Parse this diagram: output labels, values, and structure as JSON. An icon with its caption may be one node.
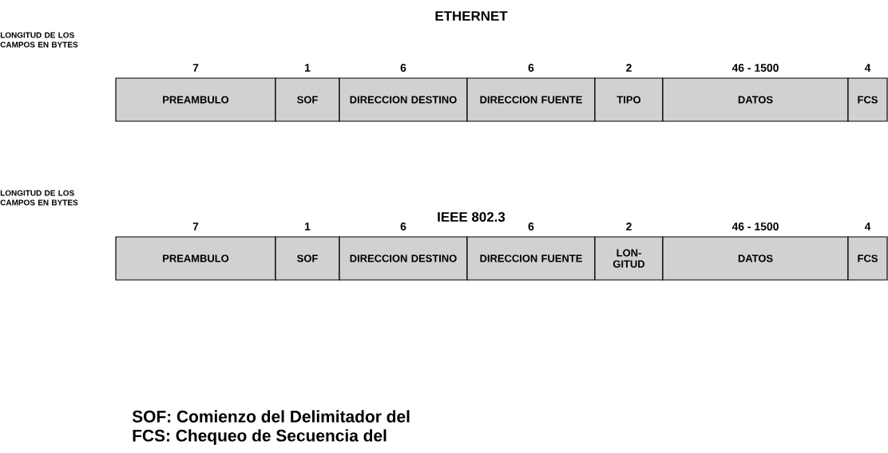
{
  "diagram": {
    "nodes": [
      {
        "text": [
          "PREAMBULO"
        ],
        "beside": [
          "7"
        ]
      },
      {
        "text": [
          "SOF"
        ],
        "beside": [
          "1"
        ]
      },
      {
        "text": [
          "DIRECCION DESTINO"
        ],
        "beside": [
          "6"
        ]
      },
      {
        "text": [
          "DIRECCION FUENTE"
        ],
        "beside": [
          "6"
        ]
      },
      {
        "text": [
          "TIPO"
        ],
        "beside": [
          "2"
        ]
      },
      {
        "text": [
          "DATOS"
        ],
        "beside": [
          "46 - 1500"
        ]
      },
      {
        "text": [
          "FCS"
        ],
        "beside": [
          "4"
        ]
      },
      {
        "text": [
          "PREAMBULO"
        ],
        "beside": [
          "7"
        ]
      },
      {
        "text": [
          "SOF"
        ],
        "beside": [
          "1"
        ]
      },
      {
        "text": [
          "DIRECCION DESTINO"
        ],
        "beside": [
          "6"
        ]
      },
      {
        "text": [
          "DIRECCION FUENTE"
        ],
        "beside": [
          "6"
        ]
      },
      {
        "text": [
          "LON-GITUD"
        ],
        "beside": [
          "2"
        ]
      },
      {
        "text": [
          "DATOS"
        ],
        "beside": [
          "46 - 1500"
        ]
      },
      {
        "text": [
          "FCS"
        ],
        "beside": [
          "4"
        ]
      }
    ],
    "labels": [
      "ETHERNET",
      "LONGITUD DE LOS CAMPOS EN BYTES",
      "IEEE 802.3",
      "LONGITUD DE LOS CAMPOS EN BYTES",
      "SOF: Comienzo del Delimitador del",
      "FCS: Chequeo de Secuencia del"
    ]
  }
}
